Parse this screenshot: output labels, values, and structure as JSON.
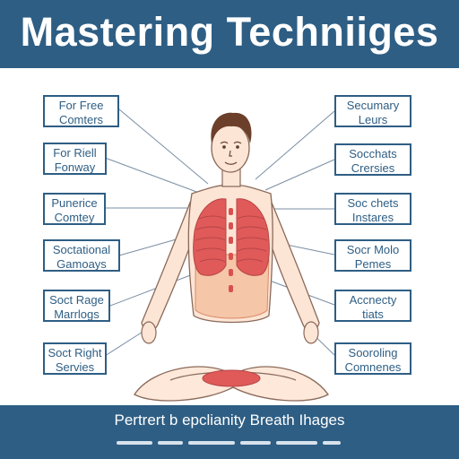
{
  "title": "Mastering Techniiges",
  "footer": "Pertrert b epclianity Breath Ihages",
  "left_labels": [
    {
      "line1": "For Free",
      "line2": "Comters"
    },
    {
      "line1": "For Riell",
      "line2": "Fonway"
    },
    {
      "line1": "Punerice",
      "line2": "Comtey"
    },
    {
      "line1": "Soctational",
      "line2": "Gamoays"
    },
    {
      "line1": "Soct Rage",
      "line2": "Marrlogs"
    },
    {
      "line1": "Soct Right",
      "line2": "Servies"
    }
  ],
  "right_labels": [
    {
      "line1": "Secumary",
      "line2": "Leurs"
    },
    {
      "line1": "Socchats",
      "line2": "Crersies"
    },
    {
      "line1": "Soc chets",
      "line2": "Instares"
    },
    {
      "line1": "Socr Molo",
      "line2": "Pemes"
    },
    {
      "line1": "Accnecty",
      "line2": "tiats"
    },
    {
      "line1": "Sooroling",
      "line2": "Comnenes"
    }
  ],
  "colors": {
    "header_bg": "#2e5e84",
    "lung": "#e05a5a",
    "abdomen": "#f5c6a8",
    "skin": "#fde5d5",
    "outline": "#8a6a5a"
  }
}
